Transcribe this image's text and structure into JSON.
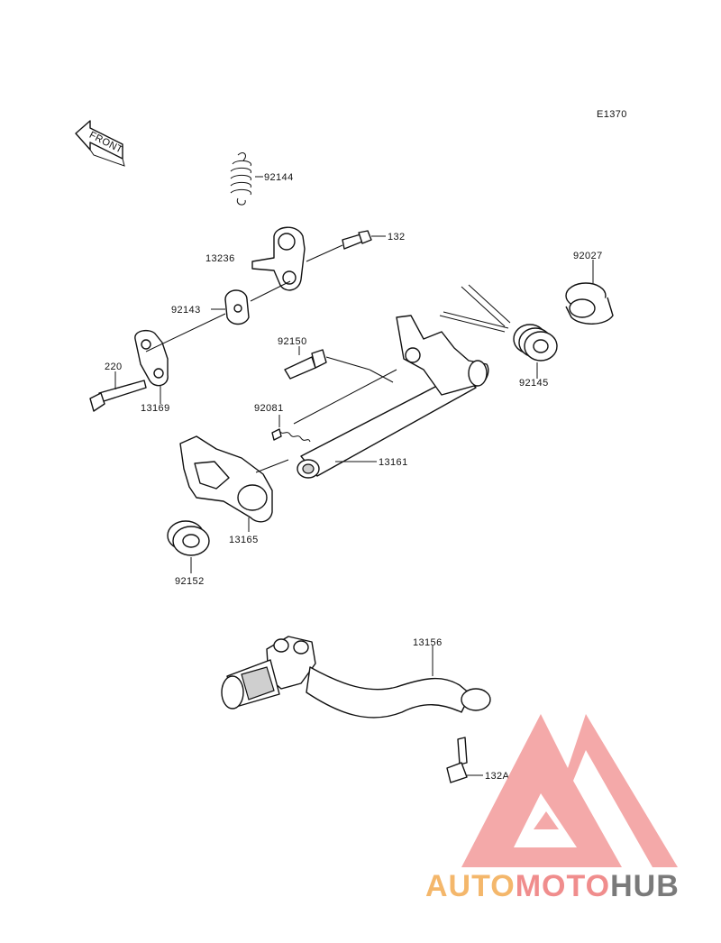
{
  "diagram": {
    "code": "E1370",
    "front_label": "FRONT",
    "parts": {
      "p92144": "92144",
      "p132": "132",
      "p13236": "13236",
      "p92143": "92143",
      "p92027": "92027",
      "p220": "220",
      "p13169": "13169",
      "p92150": "92150",
      "p92145": "92145",
      "p92081": "92081",
      "p13161": "13161",
      "p13165": "13165",
      "p92152": "92152",
      "p13156": "13156",
      "p132A": "132A"
    }
  },
  "watermark": {
    "brand_part1": "AUTO",
    "brand_part2": "MOTO",
    "brand_part3": "HUB",
    "colors": {
      "auto": "#f4b76b",
      "moto": "#f08d8d",
      "hub": "#7a7a7a",
      "logo": "#f3a0a0"
    }
  }
}
